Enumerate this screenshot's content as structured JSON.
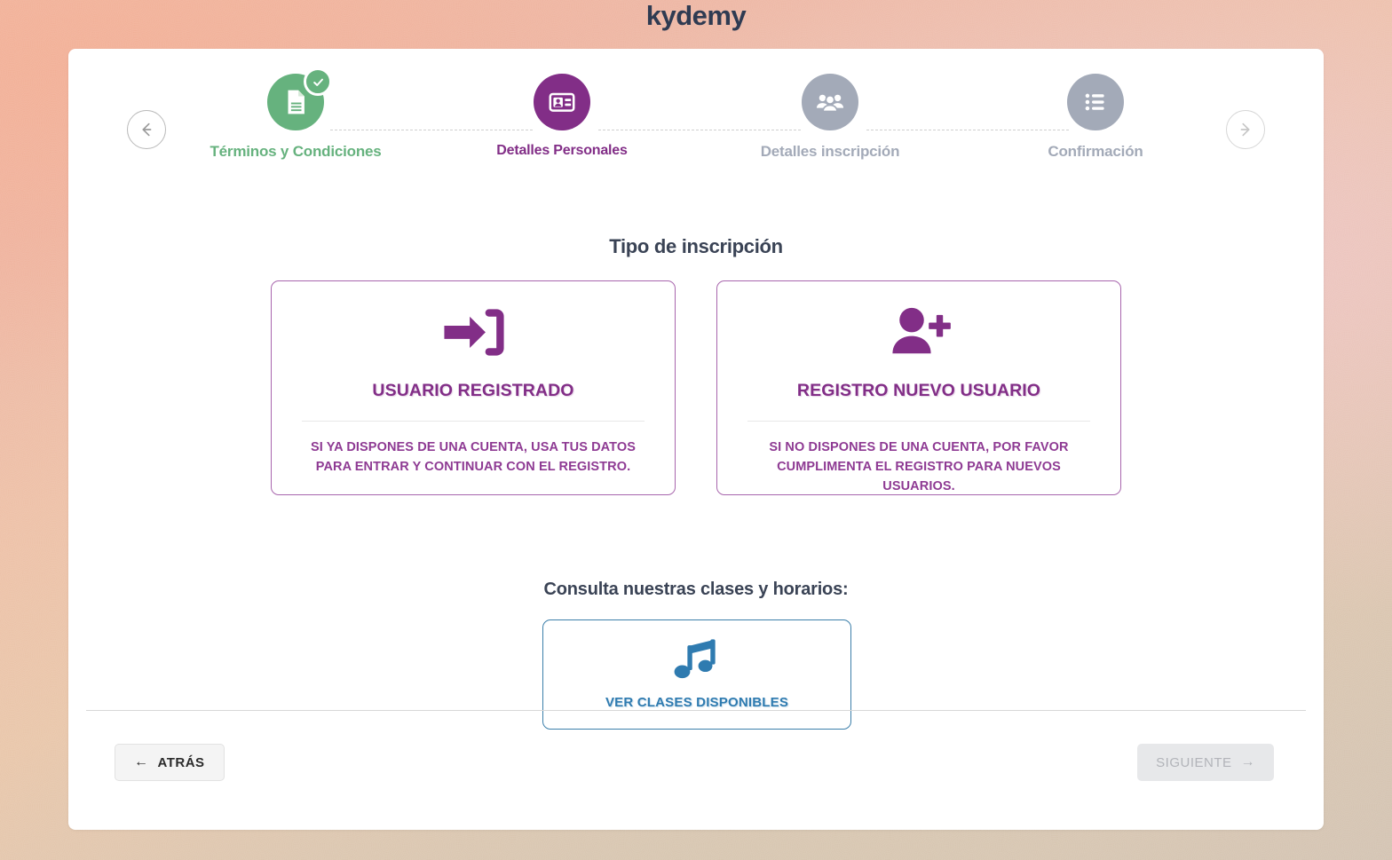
{
  "brand": {
    "logo_text": "kydemy"
  },
  "nav": {
    "prev_icon": "arrow-left-icon",
    "next_icon": "arrow-right-icon"
  },
  "stepper": {
    "steps": [
      {
        "label": "Términos y Condiciones",
        "icon": "document-icon",
        "state": "completed",
        "color": "#66b27e",
        "badge_icon": "check-icon"
      },
      {
        "label": "Detalles Personales",
        "icon": "id-card-icon",
        "state": "active",
        "color": "#822e87"
      },
      {
        "label": "Detalles inscripción",
        "icon": "people-group-icon",
        "state": "pending",
        "color": "#a3aab8"
      },
      {
        "label": "Confirmación",
        "icon": "list-icon",
        "state": "pending",
        "color": "#a3aab8"
      }
    ]
  },
  "main": {
    "section_title": "Tipo de inscripción",
    "options": [
      {
        "icon": "login-arrow-icon",
        "title": "USUARIO REGISTRADO",
        "description": "SI YA DISPONES DE UNA CUENTA, USA TUS DATOS PARA ENTRAR Y CONTINUAR CON EL REGISTRO.",
        "accent": "#822e87"
      },
      {
        "icon": "user-plus-icon",
        "title": "REGISTRO NUEVO USUARIO",
        "description": "SI NO DISPONES DE UNA CUENTA, POR FAVOR CUMPLIMENTA EL REGISTRO PARA NUEVOS USUARIOS.",
        "accent": "#822e87"
      }
    ],
    "classes": {
      "title": "Consulta nuestras clases y horarios:",
      "card_label": "VER CLASES DISPONIBLES",
      "card_icon": "music-note-icon",
      "accent": "#2f7bb0"
    }
  },
  "footer": {
    "back_label": "ATRÁS",
    "back_icon": "arrow-left-icon",
    "next_label": "SIGUIENTE",
    "next_icon": "arrow-right-icon",
    "next_disabled": true
  }
}
